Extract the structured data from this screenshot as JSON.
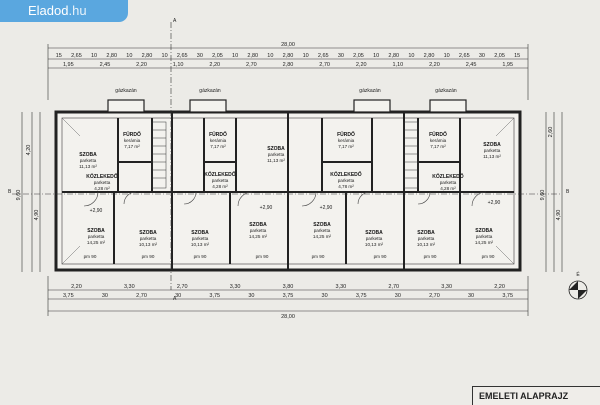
{
  "watermark": {
    "brand": "Eladod",
    "tld": ".hu"
  },
  "title": "EMELETI ALAPRAJZ",
  "section_marks": {
    "a": "A",
    "b": "B"
  },
  "north": "É",
  "dimensions": {
    "overall_top": "28,00",
    "overall_bottom": "28,00",
    "row1": [
      "15",
      "2,65",
      "10",
      "2,80",
      "10",
      "2,80",
      "10",
      "2,65",
      "30",
      "2,05",
      "10",
      "2,80",
      "10",
      "2,80",
      "10",
      "2,65",
      "30",
      "2,05",
      "10",
      "2,80",
      "10",
      "2,80",
      "10",
      "2,65",
      "30",
      "2,05",
      "15"
    ],
    "row2": [
      "1,95",
      "2,45",
      "2,20",
      "1,10",
      "2,20",
      "2,70",
      "2,80",
      "2,70",
      "2,20",
      "1,10",
      "2,20",
      "2,45",
      "1,95"
    ],
    "bottom_row1": [
      "2,20",
      "3,30",
      "2,70",
      "3,30",
      "3,80",
      "3,30",
      "2,70",
      "3,30",
      "2,20"
    ],
    "bottom_row2": [
      "3,75",
      "30",
      "2,70",
      "30",
      "3,75",
      "30",
      "3,75",
      "30",
      "3,75",
      "30",
      "2,70",
      "30",
      "3,75"
    ],
    "left_side": [
      "4,20",
      "4,90",
      "9,60"
    ],
    "right_side": [
      "2,60",
      "4,90",
      "9,60"
    ]
  },
  "gas_labels": [
    "gázkazán",
    "gázkazán",
    "gázkazán",
    "gázkazán"
  ],
  "levels": [
    "+2,90",
    "+2,90",
    "+2,90",
    "+2,90"
  ],
  "window_marks": [
    "pm 90",
    "pm 90",
    "pm 90",
    "pm 90",
    "pm 90",
    "pm 90",
    "pm 90",
    "pm 90"
  ],
  "rooms": [
    {
      "name": "SZOBA",
      "floor": "parketta",
      "area": "11,13 m²"
    },
    {
      "name": "FÜRDŐ",
      "floor": "kerámia",
      "area": "7,17 m²"
    },
    {
      "name": "FÜRDŐ",
      "floor": "kerámia",
      "area": "7,17 m²"
    },
    {
      "name": "SZOBA",
      "floor": "parketta",
      "area": "11,13 m²"
    },
    {
      "name": "FÜRDŐ",
      "floor": "kerámia",
      "area": "7,17 m²"
    },
    {
      "name": "FÜRDŐ",
      "floor": "kerámia",
      "area": "7,17 m²"
    },
    {
      "name": "SZOBA",
      "floor": "parketta",
      "area": "11,13 m²"
    },
    {
      "name": "KÖZLEKEDŐ",
      "floor": "parketta",
      "area": "4,28 m²"
    },
    {
      "name": "KÖZLEKEDŐ",
      "floor": "parketta",
      "area": "4,28 m²"
    },
    {
      "name": "KÖZLEKEDŐ",
      "floor": "parketta",
      "area": "4,78 m²"
    },
    {
      "name": "KÖZLEKEDŐ",
      "floor": "parketta",
      "area": "4,28 m²"
    },
    {
      "name": "SZOBA",
      "floor": "parketta",
      "area": "14,25 m²"
    },
    {
      "name": "SZOBA",
      "floor": "parketta",
      "area": "10,13 m²"
    },
    {
      "name": "SZOBA",
      "floor": "parketta",
      "area": "10,13 m²"
    },
    {
      "name": "SZOBA",
      "floor": "parketta",
      "area": "14,25 m²"
    },
    {
      "name": "SZOBA",
      "floor": "parketta",
      "area": "14,25 m²"
    },
    {
      "name": "SZOBA",
      "floor": "parketta",
      "area": "10,13 m²"
    },
    {
      "name": "SZOBA",
      "floor": "parketta",
      "area": "10,13 m²"
    },
    {
      "name": "SZOBA",
      "floor": "parketta",
      "area": "14,25 m²"
    }
  ]
}
